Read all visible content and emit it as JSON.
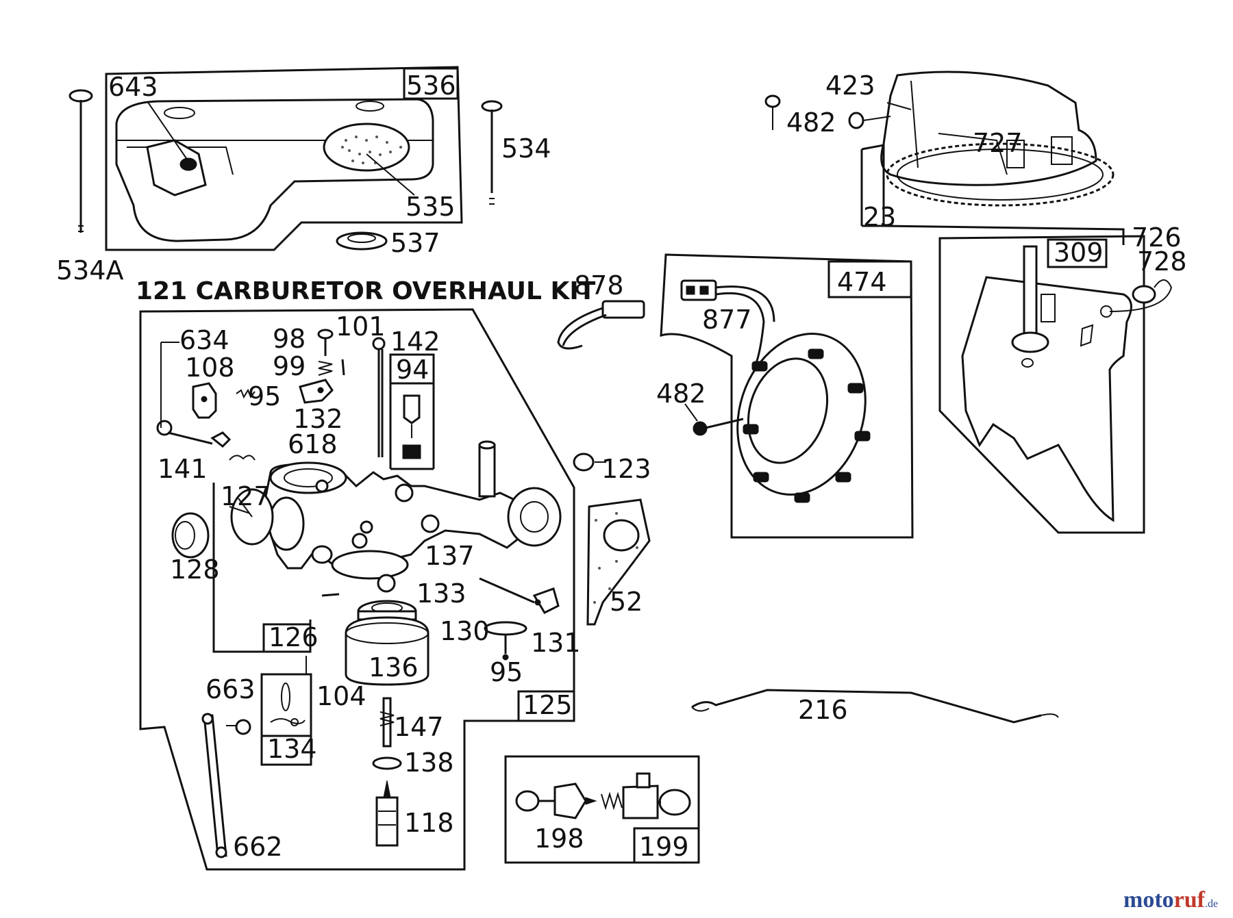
{
  "diagram": {
    "kit_title": "121 CARBURETOR OVERHAUL KIT",
    "labels": {
      "p643": "643",
      "p536": "536",
      "p534": "534",
      "p535": "535",
      "p537": "537",
      "p534A": "534A",
      "p423": "423",
      "p482a": "482",
      "p727": "727",
      "p23": "23",
      "p726": "726",
      "p309": "309",
      "p728": "728",
      "p878": "878",
      "p877": "877",
      "p474": "474",
      "p482b": "482",
      "p634": "634",
      "p108": "108",
      "p95a": "95",
      "p98": "98",
      "p99": "99",
      "p101": "101",
      "p142": "142",
      "p94": "94",
      "p132": "132",
      "p618": "618",
      "p141": "141",
      "p123": "123",
      "p127": "127",
      "p128": "128",
      "p137": "137",
      "p52": "52",
      "p133": "133",
      "p130": "130",
      "p131": "131",
      "p95b": "95",
      "p126": "126",
      "p136": "136",
      "p104": "104",
      "p663": "663",
      "p134": "134",
      "p125": "125",
      "p147": "147",
      "p138": "138",
      "p118": "118",
      "p662": "662",
      "p216": "216",
      "p198": "198",
      "p199": "199"
    }
  },
  "watermark": {
    "part1": "moto",
    "part2": "ruf",
    "suffix": ".de"
  }
}
